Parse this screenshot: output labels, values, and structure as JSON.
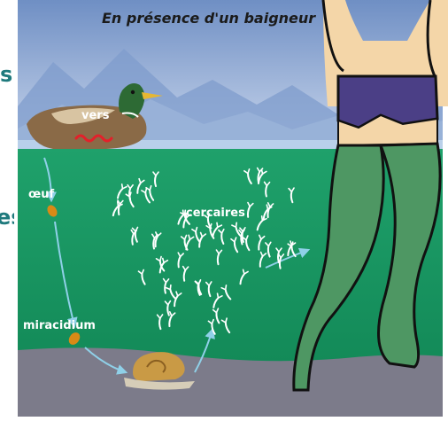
{
  "title": "En présence d'un baigneur",
  "labels": {
    "worms": "vers",
    "egg": "œuf",
    "cercariae": "cercaires",
    "miracidium": "miracidium"
  },
  "side_fragments": {
    "top": "s",
    "middle": "es"
  },
  "icons": [
    "duck",
    "worm",
    "egg",
    "miracidium",
    "snail",
    "cercaria",
    "bather-legs",
    "swimsuit",
    "arrow"
  ],
  "colors": {
    "sky_top": "#6f8fc4",
    "sky_bottom": "#c9d6ec",
    "mountains": "#7f9ccc",
    "water_surface": "#b9d0ea",
    "water": "#1fa16b",
    "water_deep": "#138a58",
    "lake_bed": "#7c7b8a",
    "swimsuit": "#4b3f86",
    "legs": "#4e9763",
    "skin": "#f4d6a8",
    "worm": "#e3202a",
    "egg": "#d88a16",
    "arrow": "#8fd0e8",
    "cercaria": "#ffffff",
    "side_text": "#1f7a7d"
  }
}
